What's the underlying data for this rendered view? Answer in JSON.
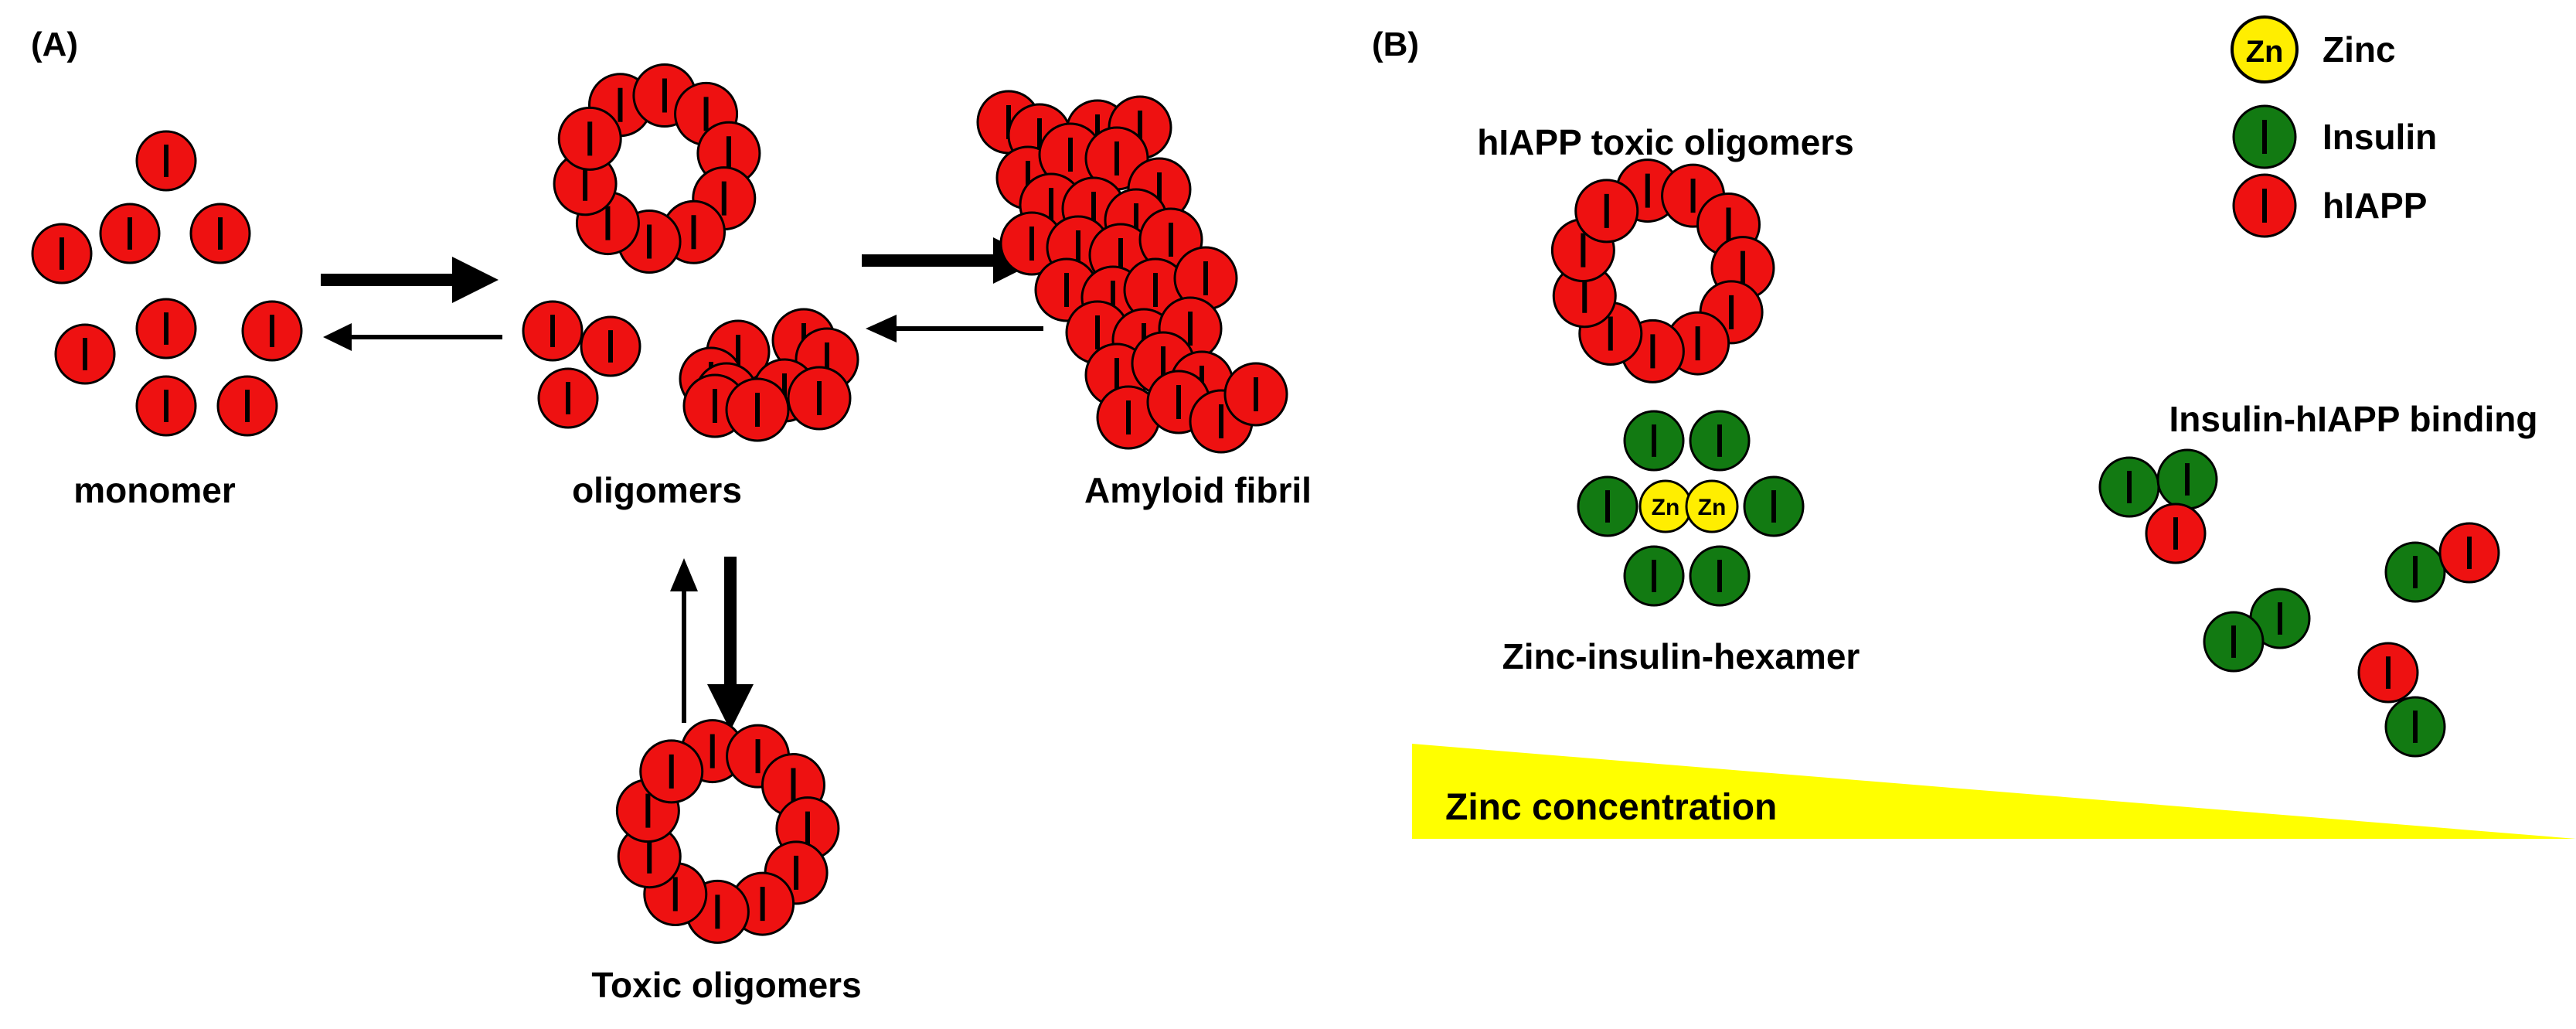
{
  "panel_a": {
    "label": "(A)",
    "monomer_label": "monomer",
    "oligomers_label": "oligomers",
    "fibril_label": "Amyloid fibril",
    "toxic_label": "Toxic oligomers"
  },
  "panel_b": {
    "label": "(B)",
    "toxic_oligomers_label": "hIAPP toxic oligomers",
    "hexamer_label": "Zinc-insulin-hexamer",
    "binding_label": "Insulin-hIAPP binding",
    "zinc_gradient_label": "Zinc concentration",
    "zn_text": "Zn"
  },
  "legend": {
    "zinc": "Zinc",
    "insulin": "Insulin",
    "hiapp": "hIAPP",
    "zn_symbol": "Zn"
  },
  "colors": {
    "hiapp": "#ee1111",
    "insulin": "#127a12",
    "zinc": "#ffee00",
    "gradient": "#ffff00",
    "outline": "#000000"
  }
}
